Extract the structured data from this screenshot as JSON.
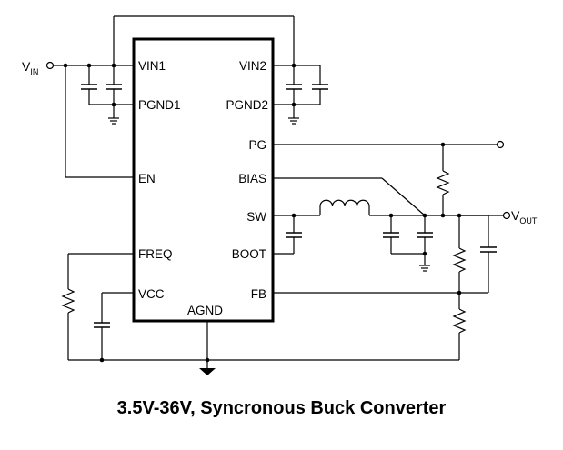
{
  "ports": {
    "vin": {
      "main": "V",
      "sub": "IN"
    },
    "vout": {
      "main": "V",
      "sub": "OUT"
    }
  },
  "pins": {
    "vin1": "VIN1",
    "vin2": "VIN2",
    "pgnd1": "PGND1",
    "pgnd2": "PGND2",
    "pg": "PG",
    "en": "EN",
    "bias": "BIAS",
    "sw": "SW",
    "freq": "FREQ",
    "boot": "BOOT",
    "vcc": "VCC",
    "fb": "FB",
    "agnd": "AGND"
  },
  "caption": "3.5V-36V, Syncronous Buck Converter"
}
